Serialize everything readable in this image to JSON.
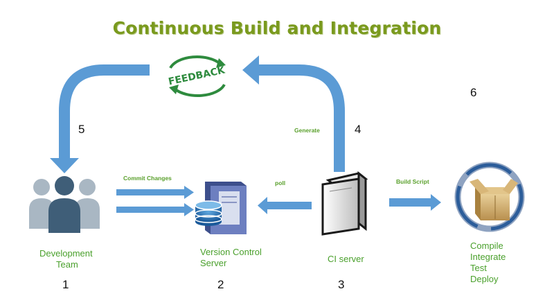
{
  "title": "Continuous Build and Integration",
  "feedback_label": "FEEDBACK",
  "steps": [
    "1",
    "2",
    "3",
    "4",
    "5",
    "6"
  ],
  "arrow_labels": {
    "commit": "Commit  Changes",
    "poll": "poll",
    "generate": "Generate",
    "build_script": "Build Script"
  },
  "nodes": {
    "team": [
      "Development",
      "Team"
    ],
    "vcs": [
      "Version Control",
      "Server"
    ],
    "ci": "CI server",
    "deploy": [
      "Compile",
      "Integrate",
      "Test",
      "Deploy"
    ]
  },
  "colors": {
    "arrow": "#5b9bd5",
    "title": "#7a9a1e",
    "label_green": "#4aa02c",
    "feedback_green": "#2e8b3e"
  }
}
